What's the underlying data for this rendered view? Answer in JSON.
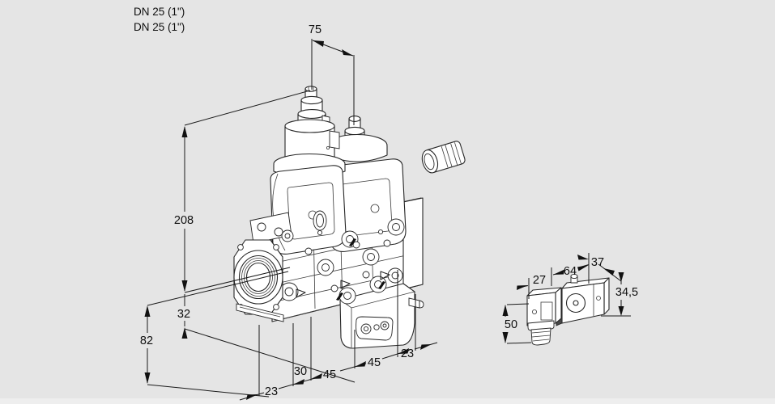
{
  "colors": {
    "background": "#e5e5e5",
    "line": "#262626",
    "dimension_text": "#0f0f0f"
  },
  "port_labels": {
    "dn_top": "DN 25 (1\")",
    "dn_bottom": "DN 25 (1\")"
  },
  "valve_dimensions": {
    "actuator_spacing": "75",
    "total_height": "208",
    "port_axis_offset": "32",
    "lower_height": "82",
    "front_corner_offset": "23",
    "bottom_chain": [
      "30",
      "45",
      "45",
      "23"
    ]
  },
  "accessory_dimensions": {
    "depth": "37",
    "length": "64",
    "connector_width": "27",
    "body_height": "34,5",
    "total_height": "50"
  }
}
